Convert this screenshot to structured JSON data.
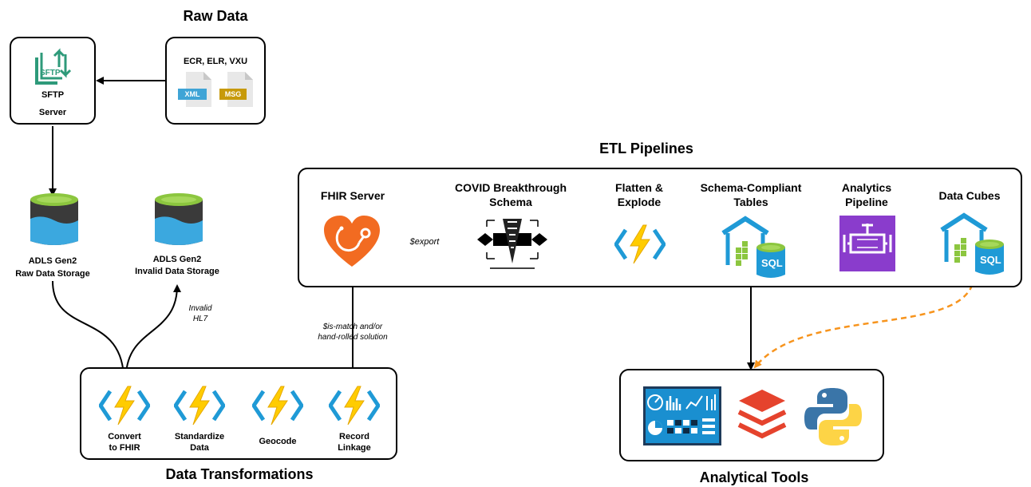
{
  "raw_data": {
    "title": "Raw Data",
    "types": "ECR, ELR, VXU",
    "file1": "XML",
    "file2": "MSG"
  },
  "sftp": {
    "icon_text": "SFTP",
    "label_line1": "SFTP",
    "label_line2": "Server"
  },
  "storage": {
    "raw_line1": "ADLS Gen2",
    "raw_line2": "Raw Data Storage",
    "invalid_line1": "ADLS Gen2",
    "invalid_line2": "Invalid Data Storage",
    "invalid_note_line1": "Invalid",
    "invalid_note_line2": "HL7"
  },
  "transformations": {
    "title": "Data Transformations",
    "steps": [
      {
        "line1": "Convert",
        "line2": "to FHIR"
      },
      {
        "line1": "Standardize",
        "line2": "Data"
      },
      {
        "line1": "Geocode",
        "line2": ""
      },
      {
        "line1": "Record",
        "line2": "Linkage"
      }
    ],
    "match_note_line1": "$is-match and/or",
    "match_note_line2": "hand-rolled solution"
  },
  "etl": {
    "title": "ETL Pipelines",
    "fhir": "FHIR Server",
    "export": "$export",
    "schema_line1": "COVID Breakthrough",
    "schema_line2": "Schema",
    "flatten_line1": "Flatten &",
    "flatten_line2": "Explode",
    "tables_line1": "Schema-Compliant",
    "tables_line2": "Tables",
    "analytics_line1": "Analytics",
    "analytics_line2": "Pipeline",
    "cubes": "Data Cubes",
    "sql": "SQL"
  },
  "tools": {
    "title": "Analytical Tools"
  },
  "colors": {
    "azure_blue": "#1f9ad6",
    "bolt_yellow": "#ffcc00",
    "storage_green": "#8cc63f",
    "storage_blue": "#3ba8df",
    "fhir_orange": "#f26b21",
    "sftp_green": "#2e9a7a",
    "pipeline_purple": "#8a3ccc",
    "dashed_orange": "#f7941d",
    "databricks_red": "#e5432d",
    "python_blue": "#3a75a8",
    "python_yellow": "#fdd446"
  }
}
